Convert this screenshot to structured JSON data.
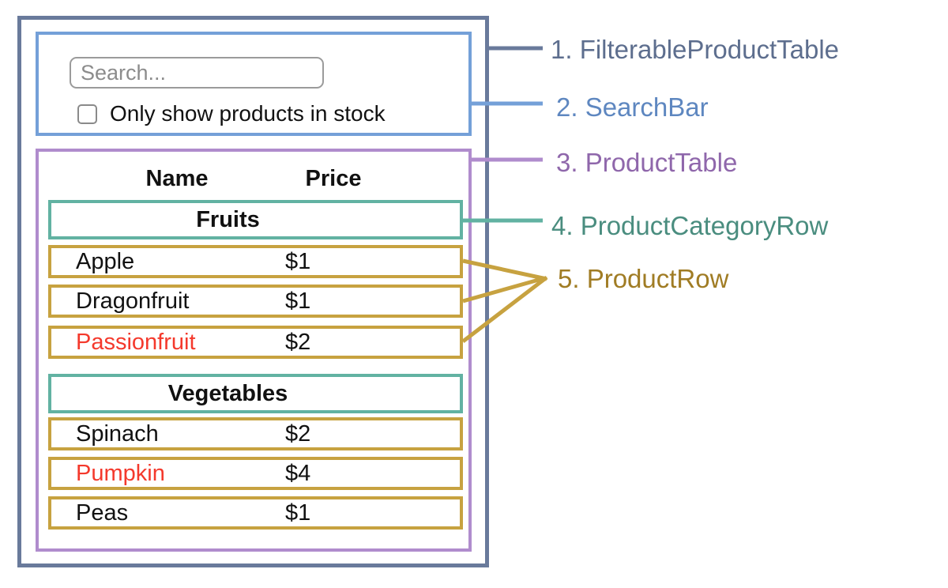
{
  "colors": {
    "outer_border": "#697a9b",
    "searchbar_border": "#74a0d8",
    "producttable_border": "#b08ccd",
    "category_border": "#62b2a2",
    "productrow_border": "#c7a240",
    "out_of_stock_text": "#f4392c",
    "in_stock_text": "#111111",
    "label_filterable": "#5d6e8e",
    "label_searchbar": "#5e87c0",
    "label_producttable": "#8f67ab",
    "label_categoryrow": "#4a8d7f",
    "label_productrow": "#a07c24"
  },
  "search_bar": {
    "placeholder": "Search...",
    "checkbox_label": "Only show products in stock",
    "checkbox_checked": false
  },
  "table": {
    "header": {
      "name": "Name",
      "price": "Price"
    },
    "sections": [
      {
        "category": "Fruits",
        "rows": [
          {
            "name": "Apple",
            "price": "$1",
            "name_color": "#111111"
          },
          {
            "name": "Dragonfruit",
            "price": "$1",
            "name_color": "#111111"
          },
          {
            "name": "Passionfruit",
            "price": "$2",
            "name_color": "#f4392c"
          }
        ]
      },
      {
        "category": "Vegetables",
        "rows": [
          {
            "name": "Spinach",
            "price": "$2",
            "name_color": "#111111"
          },
          {
            "name": "Pumpkin",
            "price": "$4",
            "name_color": "#f4392c"
          },
          {
            "name": "Peas",
            "price": "$1",
            "name_color": "#111111"
          }
        ]
      }
    ]
  },
  "legend": {
    "items": [
      {
        "text": "1. FilterableProductTable",
        "color": "#5d6e8e"
      },
      {
        "text": "2. SearchBar",
        "color": "#5e87c0"
      },
      {
        "text": "3. ProductTable",
        "color": "#8f67ab"
      },
      {
        "text": "4. ProductCategoryRow",
        "color": "#4a8d7f"
      },
      {
        "text": "5. ProductRow",
        "color": "#a07c24"
      }
    ]
  }
}
